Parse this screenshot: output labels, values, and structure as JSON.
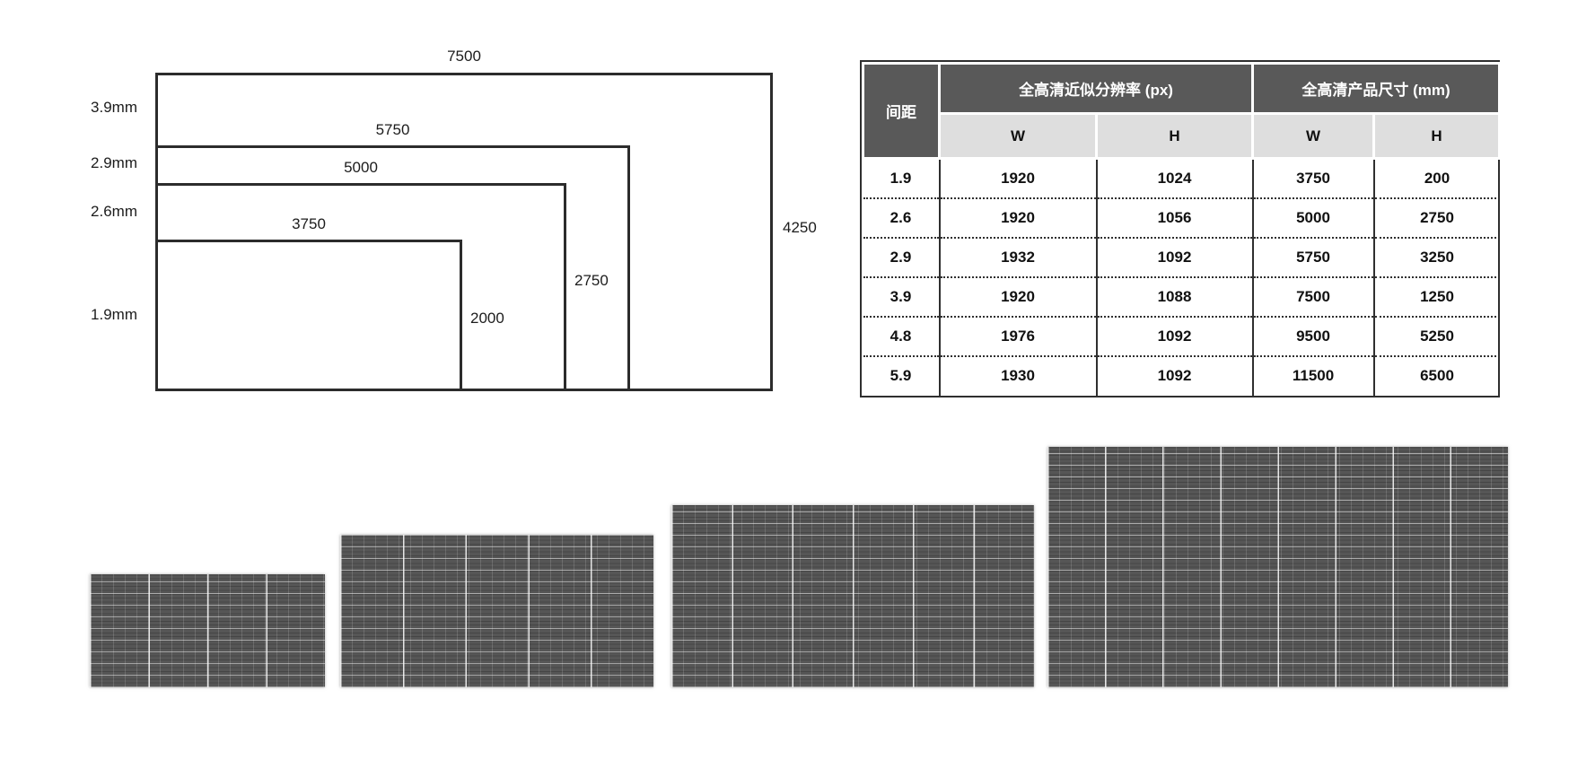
{
  "diagram": {
    "rects": [
      {
        "pitch": "3.9mm",
        "width_label": "7500",
        "height_label": "4250"
      },
      {
        "pitch": "2.9mm",
        "width_label": "5750",
        "height_label": ""
      },
      {
        "pitch": "2.6mm",
        "width_label": "5000",
        "height_label": "2750"
      },
      {
        "pitch": "1.9mm",
        "width_label": "3750",
        "height_label": "2000"
      }
    ]
  },
  "table": {
    "corner_header": "间距",
    "group_headers": {
      "resolution": "全高清近似分辨率 (px)",
      "size": "全高清产品尺寸 (mm)"
    },
    "sub_headers": {
      "res_w": "W",
      "res_h": "H",
      "size_w": "W",
      "size_h": "H"
    },
    "rows": [
      {
        "pitch": "1.9",
        "res_w": "1920",
        "res_h": "1024",
        "size_w": "3750",
        "size_h": "200"
      },
      {
        "pitch": "2.6",
        "res_w": "1920",
        "res_h": "1056",
        "size_w": "5000",
        "size_h": "2750"
      },
      {
        "pitch": "2.9",
        "res_w": "1932",
        "res_h": "1092",
        "size_w": "5750",
        "size_h": "3250"
      },
      {
        "pitch": "3.9",
        "res_w": "1920",
        "res_h": "1088",
        "size_w": "7500",
        "size_h": "1250"
      },
      {
        "pitch": "4.8",
        "res_w": "1976",
        "res_h": "1092",
        "size_w": "9500",
        "size_h": "5250"
      },
      {
        "pitch": "5.9",
        "res_w": "1930",
        "res_h": "1092",
        "size_w": "11500",
        "size_h": "6500"
      }
    ]
  },
  "panels": [
    {
      "name": "led-panel-1-9",
      "major_columns": 4
    },
    {
      "name": "led-panel-2-6",
      "major_columns": 5
    },
    {
      "name": "led-panel-2-9",
      "major_columns": 6
    },
    {
      "name": "led-panel-3-9",
      "major_columns": 8
    }
  ],
  "colors": {
    "table_header_dark": "#595959",
    "table_subheader_gray": "#dedede",
    "diagram_line": "#2c2c2c",
    "panel_base": "#565656"
  }
}
